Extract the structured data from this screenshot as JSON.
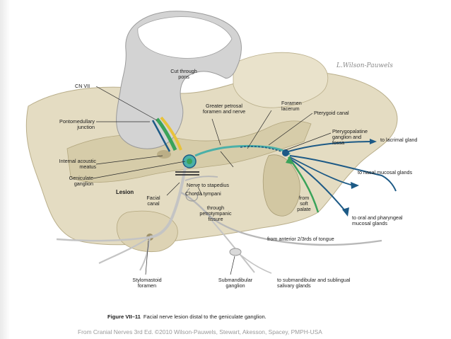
{
  "caption": {
    "figure": "Figure VII–11",
    "text": "Facial nerve lesion distal to the geniculate ganglion."
  },
  "credit": "From Cranial Nerves 3rd Ed. ©2010 Wilson-Pauwels, Stewart, Akesson, Spacey, PMPH-USA",
  "signature": "L.Wilson-Pauwels",
  "labels": {
    "cut_through_pons": "Cut through\npons",
    "cn_vii": "CN VII",
    "pontomedullary_junction": "Pontomedullary\njunction",
    "greater_petrosal": "Greater petrosal\nforamen and nerve",
    "foramen_lacerum": "Foramen\nlacerum",
    "pterygoid_canal": "Pterygoid canal",
    "pterygopalatine": "Pterygopalatine\nganglion and\nfossa",
    "to_lacrimal_gland": "to lacrimal gland",
    "internal_acoustic_meatus": "Internal acoustic\nmeatus",
    "geniculate_ganglion": "Geniculate\nganglion",
    "lesion": "Lesion",
    "nerve_to_stapedius": "Nerve to stapedius",
    "chorda_tympani": "Chorda tympani",
    "facial_canal": "Facial\ncanal",
    "through_petrotympanic": "through\npetrotympanic\nfissure",
    "to_nasal_mucosal_glands": "to nasal mucosal glands",
    "from_soft_palate": "from\nsoft\npalate",
    "to_oral_pharyngeal": "to oral and pharyngeal\nmucosal glands",
    "from_anterior_tongue": "from anterior 2/3rds of tongue",
    "stylomastoid_foramen": "Stylomastoid\nforamen",
    "submandibular_ganglion": "Submandibular\nganglion",
    "to_submandibular": "to submandibular and sublingual\nsalivary glands"
  },
  "colors": {
    "bone": "#e4dcc2",
    "bone_shadow": "#c9bf9e",
    "pons": "#d3d3d3",
    "nerve_green": "#3aa35a",
    "nerve_blue": "#1d5a86",
    "nerve_yellow": "#e8c23a",
    "nerve_teal": "#4bb0a8",
    "chorda_gray": "#b8b8b8"
  }
}
